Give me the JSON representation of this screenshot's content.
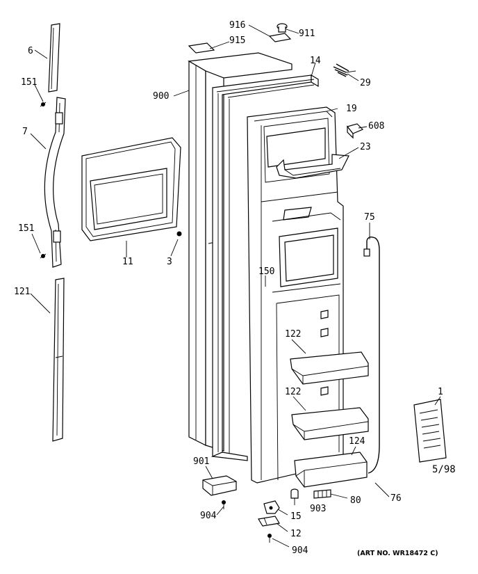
{
  "labels": {
    "p6": "6",
    "p151": "151",
    "p7": "7",
    "p121": "121",
    "p11": "11",
    "p3": "3",
    "p900": "900",
    "p915": "915",
    "p916": "916",
    "p911": "911",
    "p14": "14",
    "p29": "29",
    "p19": "19",
    "p608": "608",
    "p23": "23",
    "p75": "75",
    "p150": "150",
    "p122": "122",
    "p124": "124",
    "p1": "1",
    "p901": "901",
    "p904": "904",
    "p903": "903",
    "p80": "80",
    "p76": "76",
    "p15": "15",
    "p12": "12"
  },
  "footer": {
    "date": "5/98",
    "art_number": "(ART NO. WR18472 C)"
  }
}
